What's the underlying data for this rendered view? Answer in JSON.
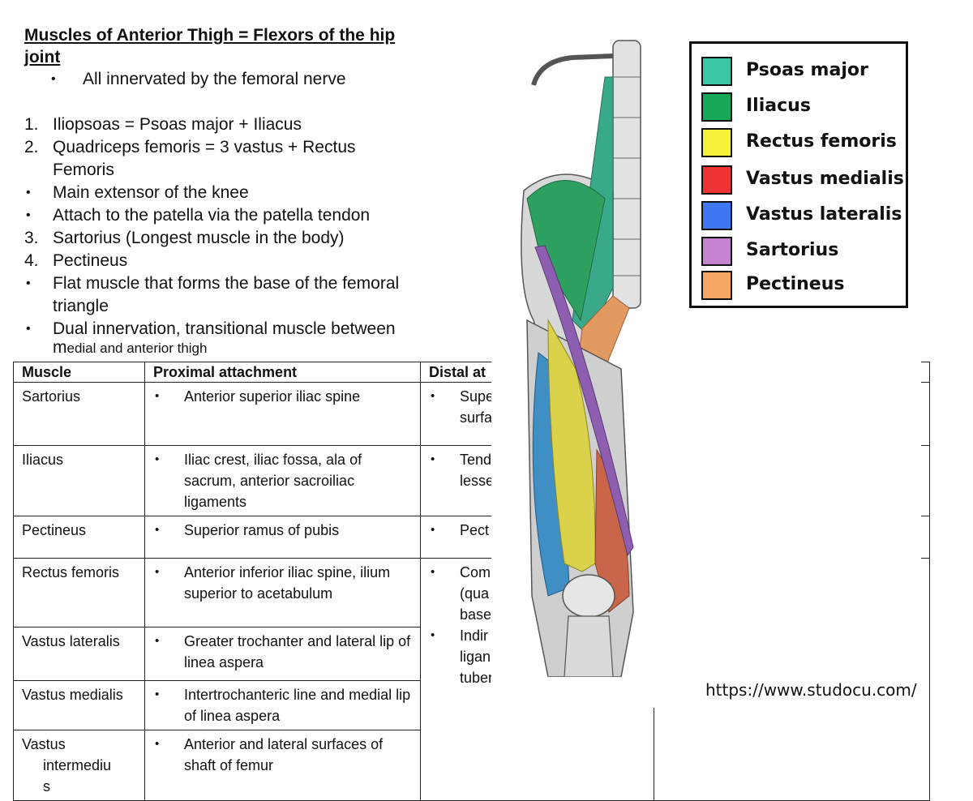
{
  "notes": {
    "heading_line1": "Muscles of Anterior Thigh = Flexors of the hip",
    "heading_line2": "joint",
    "innervation": "All innervated by the femoral nerve",
    "items": [
      {
        "marker": "1.",
        "text": "Iliopsoas = Psoas major + Iliacus"
      },
      {
        "marker": "2.",
        "text": "Quadriceps femoris = 3 vastus + Rectus"
      },
      {
        "marker": "",
        "text": "Femoris"
      },
      {
        "marker": "•",
        "text": "Main extensor of the knee"
      },
      {
        "marker": "•",
        "text": "Attach to the patella via the patella tendon"
      },
      {
        "marker": "3.",
        "text": "Sartorius (Longest muscle in the body)"
      },
      {
        "marker": "4.",
        "text": "Pectineus"
      },
      {
        "marker": "•",
        "text": "Flat muscle that forms the base of the femoral"
      },
      {
        "marker": "",
        "text": "triangle"
      },
      {
        "marker": "•",
        "text": "Dual innervation, transitional muscle between"
      }
    ],
    "tail_m": "m",
    "tail_rest": "edial and anterior thigh"
  },
  "table": {
    "headers": [
      "Muscle",
      "Proximal attachment",
      "Distal at"
    ],
    "bullet": "•",
    "rows": [
      {
        "muscle": "Sartorius",
        "proximal": "Anterior superior iliac spine",
        "distal": [
          "Supe",
          "surfa"
        ]
      },
      {
        "muscle": "Iliacus",
        "proximal": "Iliac crest, iliac fossa, ala of sacrum, anterior sacroiliac ligaments",
        "distal": [
          "Tend",
          "lesse"
        ]
      },
      {
        "muscle": "Pectineus",
        "proximal": "Superior ramus of pubis",
        "distal": [
          "Pect"
        ]
      },
      {
        "muscle": "Rectus femoris",
        "proximal": "Anterior inferior iliac spine, ilium superior to acetabulum",
        "distal": [
          "Com",
          "(qua",
          "base"
        ]
      },
      {
        "muscle": "Vastus lateralis",
        "proximal": "Greater trochanter and lateral lip of linea aspera",
        "distal": [
          "Indir",
          "ligan",
          "tuber"
        ]
      },
      {
        "muscle": "Vastus medialis",
        "proximal": "Intertrochanteric line and medial lip of linea aspera",
        "distal": []
      },
      {
        "muscle_lines": [
          "Vastus",
          "intermediu",
          "s"
        ],
        "proximal": "Anterior and lateral surfaces of shaft of femur",
        "distal": []
      }
    ]
  },
  "legend": {
    "items": [
      {
        "label": "Psoas major",
        "color": "#3cc8a5"
      },
      {
        "label": "Iliacus",
        "color": "#17a85a"
      },
      {
        "label": "Rectus femoris",
        "color": "#f5f03a"
      },
      {
        "label": "Vastus medialis",
        "color": "#ee3434"
      },
      {
        "label": "Vastus lateralis",
        "color": "#3f76f2"
      },
      {
        "label": "Sartorius",
        "color": "#c584cf"
      },
      {
        "label": "Pectineus",
        "color": "#f6a763"
      }
    ]
  },
  "source_url": "https://www.studocu.com/",
  "anatomy_colors": {
    "psoas": "#3aa98a",
    "iliacus": "#2ea060",
    "rectus": "#d9d24a",
    "medialis": "#c9664a",
    "lateralis": "#3f8fc4",
    "sartorius": "#8e5fb0",
    "pectineus": "#e39a60",
    "bone": "#d8d8d8"
  }
}
